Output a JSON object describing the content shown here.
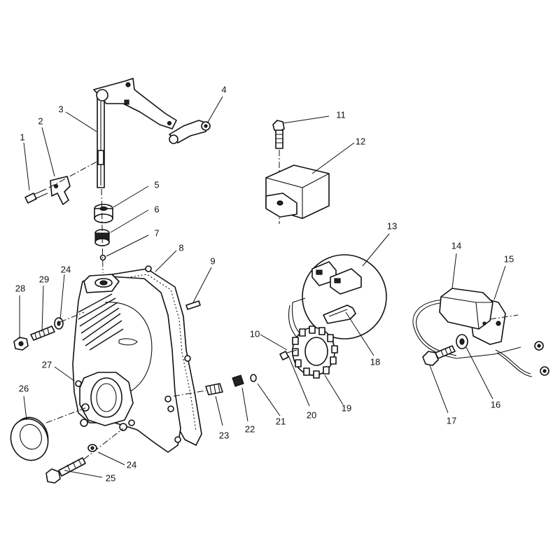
{
  "callouts": [
    {
      "id": "1",
      "text": "1"
    },
    {
      "id": "2",
      "text": "2"
    },
    {
      "id": "3",
      "text": "3"
    },
    {
      "id": "4",
      "text": "4"
    },
    {
      "id": "5",
      "text": "5"
    },
    {
      "id": "6",
      "text": "6"
    },
    {
      "id": "7",
      "text": "7"
    },
    {
      "id": "8",
      "text": "8"
    },
    {
      "id": "9",
      "text": "9"
    },
    {
      "id": "10",
      "text": "10"
    },
    {
      "id": "11",
      "text": "11"
    },
    {
      "id": "12",
      "text": "12"
    },
    {
      "id": "13",
      "text": "13"
    },
    {
      "id": "14",
      "text": "14"
    },
    {
      "id": "15",
      "text": "15"
    },
    {
      "id": "16",
      "text": "16"
    },
    {
      "id": "17",
      "text": "17"
    },
    {
      "id": "18",
      "text": "18"
    },
    {
      "id": "19",
      "text": "19"
    },
    {
      "id": "20",
      "text": "20"
    },
    {
      "id": "21",
      "text": "21"
    },
    {
      "id": "22",
      "text": "22"
    },
    {
      "id": "23",
      "text": "23"
    },
    {
      "id": "24a",
      "text": "24"
    },
    {
      "id": "24b",
      "text": "24"
    },
    {
      "id": "25",
      "text": "25"
    },
    {
      "id": "26",
      "text": "26"
    },
    {
      "id": "27",
      "text": "27"
    },
    {
      "id": "28",
      "text": "28"
    },
    {
      "id": "29",
      "text": "29"
    }
  ]
}
